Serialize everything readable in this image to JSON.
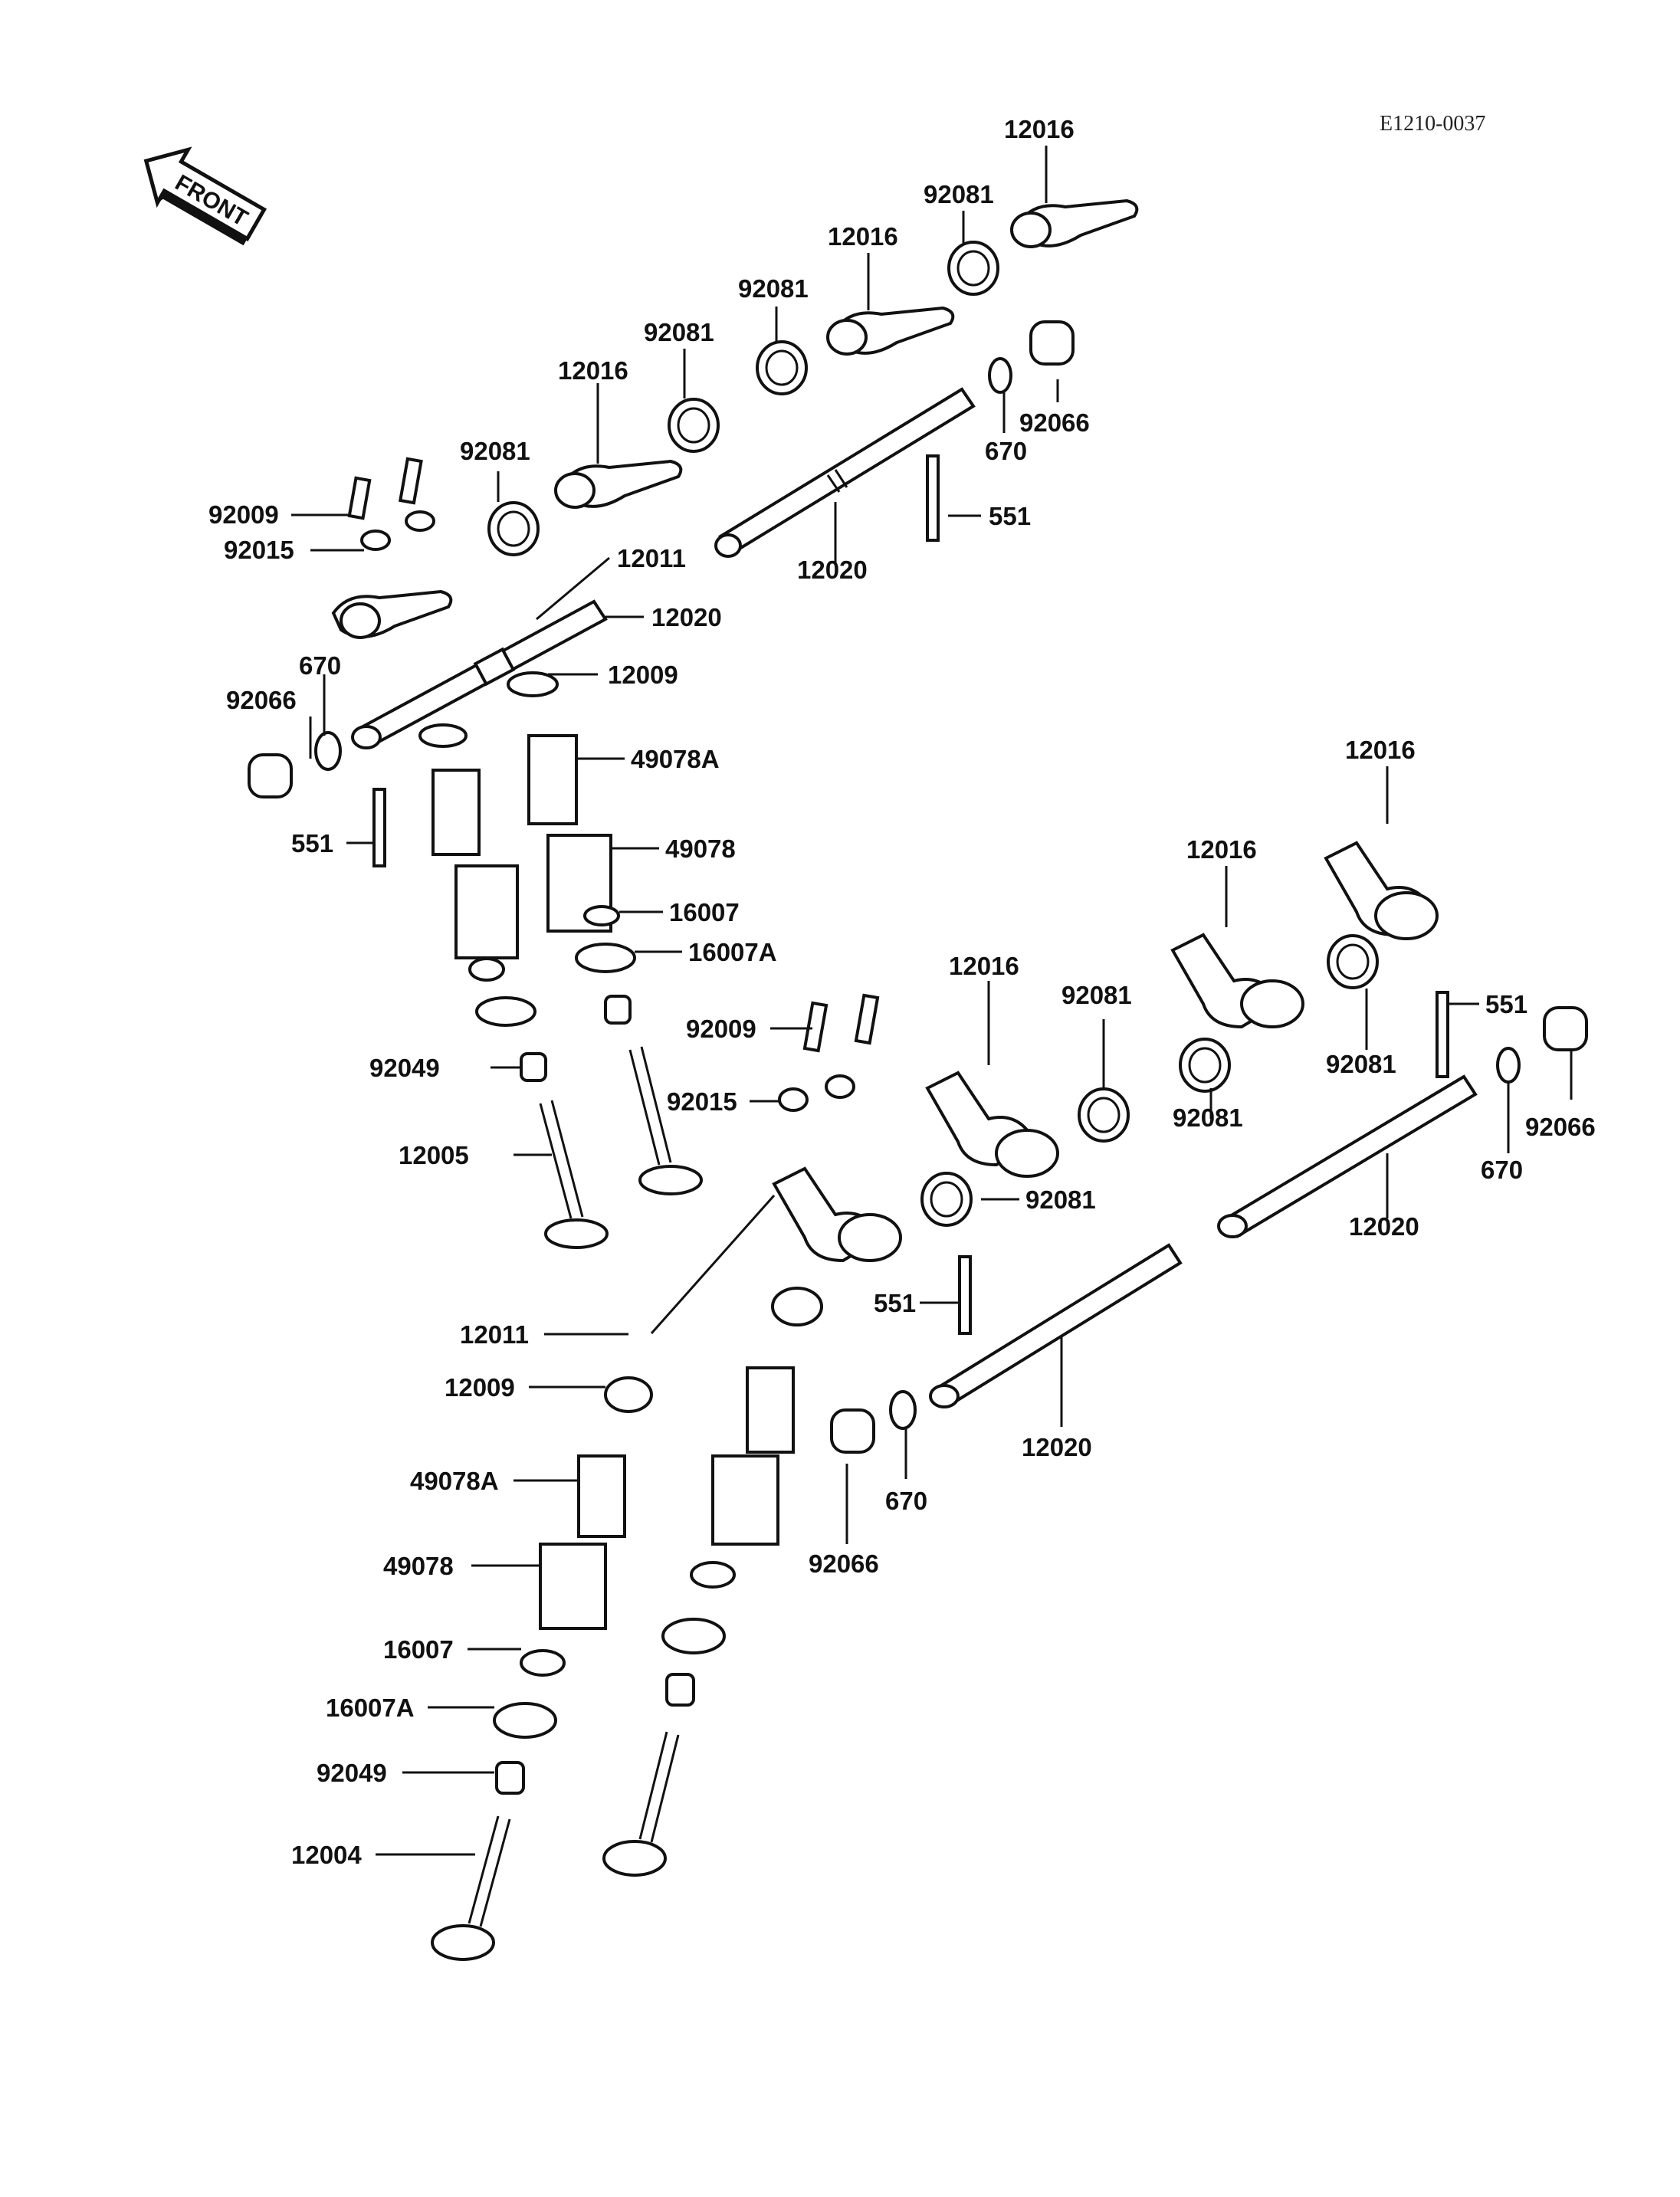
{
  "diagram": {
    "drawing_code": "E1210-0037",
    "front_arrow_label": "FRONT",
    "callouts": {
      "t1_rocker_right": "12016",
      "t1_spring_right": "92081",
      "t1_rocker_mid": "12016",
      "t1_spring_mid2": "92081",
      "t1_spring_mid1": "92081",
      "t1_rocker_left": "12016",
      "t1_spring_left": "92081",
      "t1_adjuster": "92009",
      "t1_nut": "92015",
      "t1_clip": "12011",
      "t1_shaft_front": "12020",
      "t1_shaft_rear": "12020",
      "t1_cap_right": "92066",
      "t1_oring_right": "670",
      "t1_pin_right": "551",
      "t1_oring_left": "670",
      "t1_cap_left": "92066",
      "t1_pin_left": "551",
      "t1_retainer": "12009",
      "t1_spring_inner": "49078A",
      "t1_spring_outer": "49078",
      "t1_seat": "16007",
      "t1_seat_a": "16007A",
      "t1_seal": "92049",
      "t1_valve": "12005",
      "t2_rocker_far": "12016",
      "t2_rocker_near": "12016",
      "t2_rocker_left": "12016",
      "t2_spring_a": "92081",
      "t2_spring_b": "92081",
      "t2_spring_c": "92081",
      "t2_spring_d": "92081",
      "t2_adjuster": "92009",
      "t2_nut": "92015",
      "t2_pin_right": "551",
      "t2_cap_right": "92066",
      "t2_oring_right": "670",
      "t2_shaft_rear": "12020",
      "t2_pin_mid": "551",
      "t2_clip": "12011",
      "t2_retainer": "12009",
      "t2_spring_inner": "49078A",
      "t2_spring_outer": "49078",
      "t2_seat": "16007",
      "t2_seat_a": "16007A",
      "t2_seal": "92049",
      "t2_valve": "12004",
      "t2_shaft_front": "12020",
      "t2_oring_left": "670",
      "t2_cap_left": "92066"
    }
  }
}
